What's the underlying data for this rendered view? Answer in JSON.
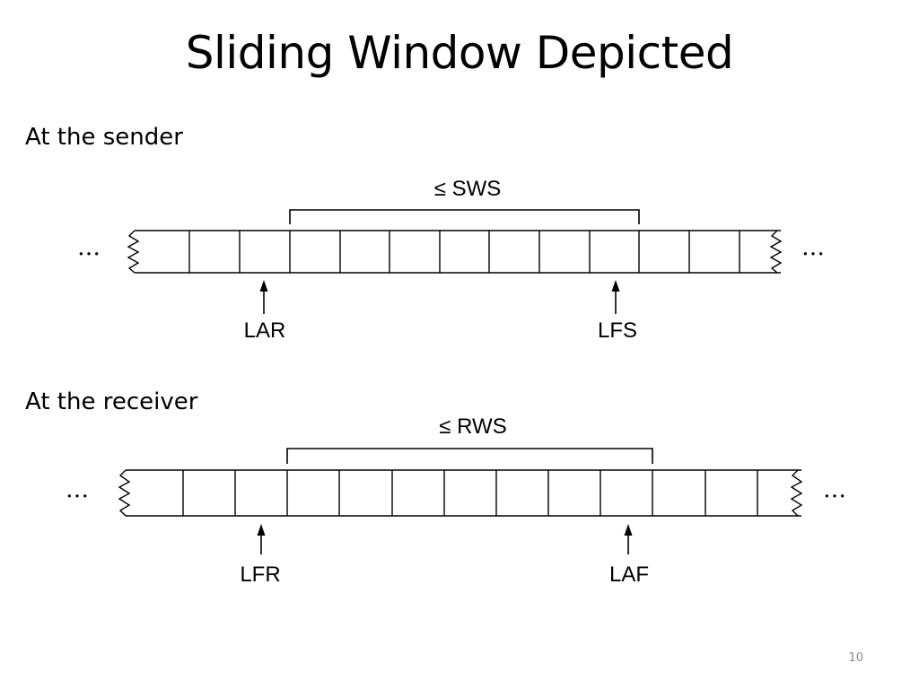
{
  "slide": {
    "title": "Sliding Window Depicted",
    "page_number": "10"
  },
  "sender": {
    "section_label": "At the sender",
    "window_label": "≤ SWS",
    "left_pointer": "LAR",
    "right_pointer": "LFS",
    "ellipsis": "…",
    "cell_count": 13
  },
  "receiver": {
    "section_label": "At the receiver",
    "window_label": "≤ RWS",
    "left_pointer": "LFR",
    "right_pointer": "LAF",
    "ellipsis": "…",
    "cell_count": 13
  }
}
